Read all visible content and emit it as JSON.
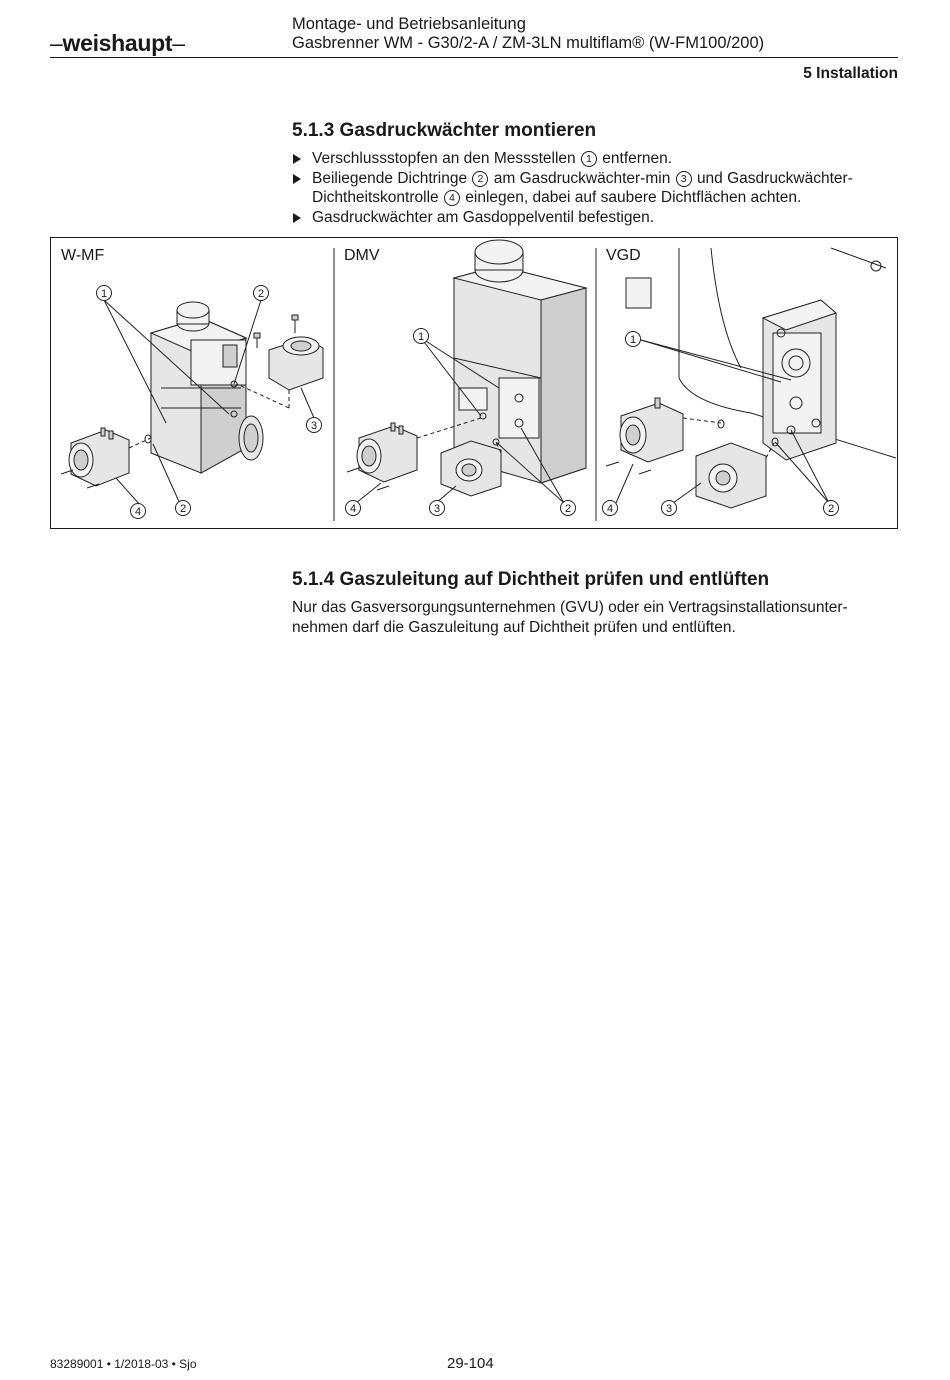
{
  "header": {
    "brand": "weishaupt",
    "title_line1": "Montage- und Betriebsanleitung",
    "title_line2": "Gasbrenner WM - G30/2-A / ZM-3LN multiflam® (W-FM100/200)",
    "chapter": "5 Installation"
  },
  "section_513": {
    "heading": "5.1.3 Gasdruckwächter montieren",
    "step1_a": "Verschlussstopfen an den Messstellen",
    "step1_n1": "1",
    "step1_b": "entfernen.",
    "step2_a": "Beiliegende Dichtringe",
    "step2_n2": "2",
    "step2_b": "am Gasdruckwächter-min",
    "step2_n3": "3",
    "step2_c": "und Gasdruckwächter-Dichtheitskontrolle",
    "step2_n4": "4",
    "step2_d": "einlegen, dabei auf saubere Dichtflächen achten.",
    "step3": "Gasdruckwächter am Gasdoppelventil befestigen."
  },
  "figure": {
    "panels": [
      {
        "label": "W-MF",
        "callouts": [
          "1",
          "2",
          "3",
          "4",
          "2"
        ]
      },
      {
        "label": "DMV",
        "callouts": [
          "1",
          "4",
          "3",
          "2"
        ]
      },
      {
        "label": "VGD",
        "callouts": [
          "1",
          "4",
          "3",
          "2"
        ]
      }
    ]
  },
  "section_514": {
    "heading": "5.1.4 Gaszuleitung auf Dichtheit prüfen und entlüften",
    "paragraph": "Nur das Gasversorgungsunternehmen (GVU) oder ein Vertragsinstallationsunter­nehmen darf die Gaszuleitung auf Dichtheit prüfen und entlüften."
  },
  "footer": {
    "doc_info": "83289001 • 1/2018-03 • Sjo",
    "page": "29-104"
  }
}
